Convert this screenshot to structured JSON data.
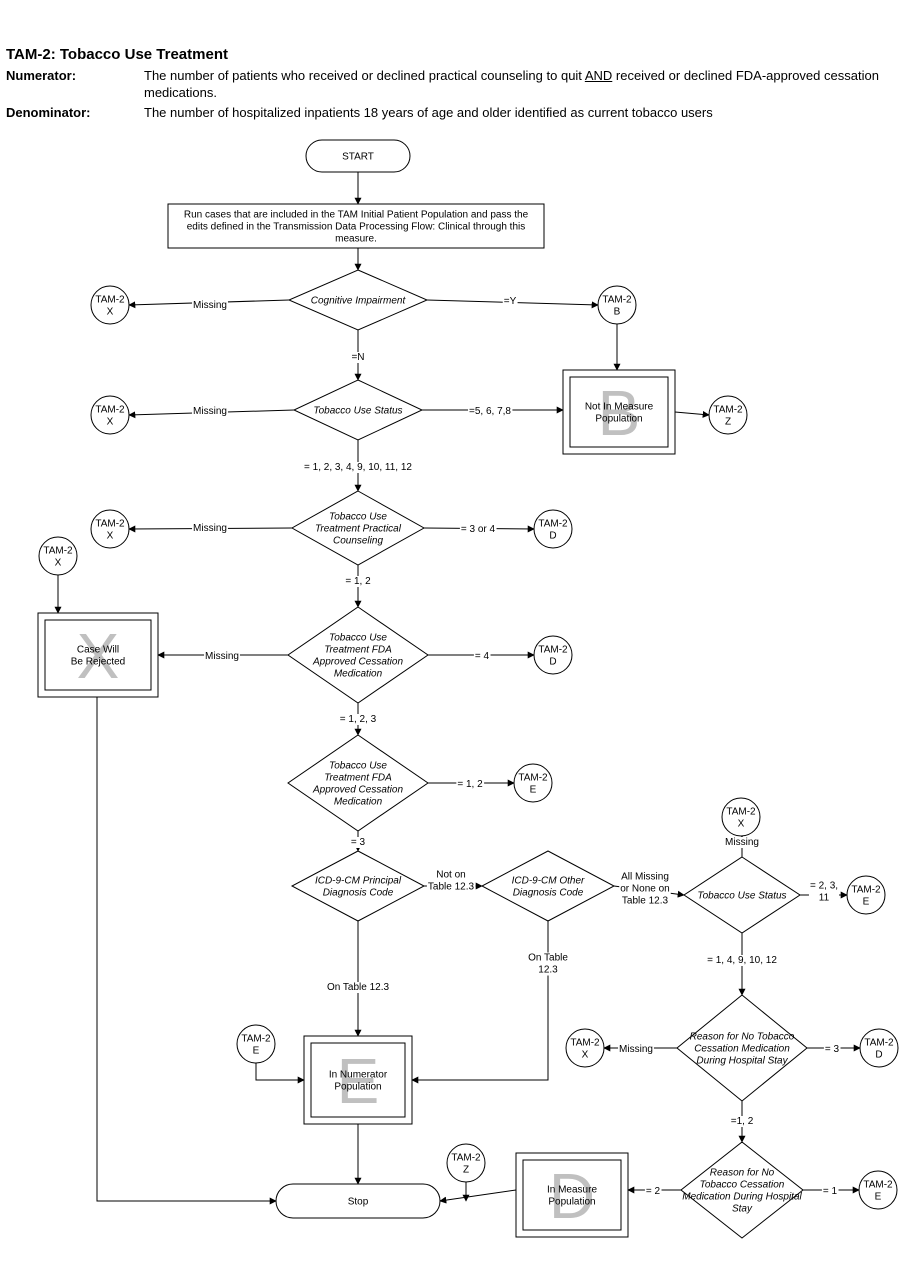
{
  "header": {
    "title": "TAM-2:  Tobacco Use Treatment",
    "numerator_label": "Numerator:",
    "numerator_pre": "The number of patients who received or declined practical counseling to quit ",
    "numerator_and": "AND",
    "numerator_post": " received or declined FDA-approved cessation medications.",
    "denominator_label": "Denominator:",
    "denominator_text": "The number of hospitalized inpatients 18 years of age and older identified as current tobacco users"
  },
  "flow": {
    "start": "START",
    "stop": "Stop",
    "process": [
      "Run cases that are included in the TAM Initial Patient  Population and pass the",
      "edits defined in the Transmission Data Processing Flow: Clinical through this",
      "measure."
    ],
    "decisions": {
      "cognitive": [
        "Cognitive Impairment"
      ],
      "tobacco1": [
        "Tobacco Use Status"
      ],
      "counseling": [
        "Tobacco Use",
        "Treatment Practical",
        "Counseling"
      ],
      "fda1": [
        "Tobacco Use",
        "Treatment  FDA",
        "Approved Cessation",
        "Medication"
      ],
      "fda2": [
        "Tobacco Use",
        "Treatment  FDA",
        "Approved Cessation",
        "Medication"
      ],
      "icd_principal": [
        "ICD-9-CM Principal",
        "Diagnosis Code"
      ],
      "icd_other": [
        "ICD-9-CM Other",
        "Diagnosis Code"
      ],
      "tobacco2": [
        "Tobacco Use Status"
      ],
      "reason1": [
        "Reason for No Tobacco",
        "Cessation Medication",
        "During Hospital Stay"
      ],
      "reason2": [
        "Reason for No",
        "Tobacco Cessation",
        "Medication During Hospital",
        "Stay"
      ]
    },
    "outcomes": {
      "b": {
        "letter": "B",
        "text": [
          "Not In Measure",
          "Population"
        ]
      },
      "x": {
        "letter": "X",
        "text": [
          "Case Will",
          "Be Rejected"
        ]
      },
      "e": {
        "letter": "E",
        "text": [
          "In Numerator",
          "Population"
        ]
      },
      "d": {
        "letter": "D",
        "text": [
          "In Measure",
          "Population"
        ]
      }
    },
    "connectors": {
      "x1": [
        "TAM-2",
        "X"
      ],
      "b1": [
        "TAM-2",
        "B"
      ],
      "x2": [
        "TAM-2",
        "X"
      ],
      "z1": [
        "TAM-2",
        "Z"
      ],
      "x3": [
        "TAM-2",
        "X"
      ],
      "d1": [
        "TAM-2",
        "D"
      ],
      "x4": [
        "TAM-2",
        "X"
      ],
      "d2": [
        "TAM-2",
        "D"
      ],
      "e1": [
        "TAM-2",
        "E"
      ],
      "x5": [
        "TAM-2",
        "X"
      ],
      "e2": [
        "TAM-2",
        "E"
      ],
      "e3": [
        "TAM-2",
        "E"
      ],
      "x6": [
        "TAM-2",
        "X"
      ],
      "d3": [
        "TAM-2",
        "D"
      ],
      "z2": [
        "TAM-2",
        "Z"
      ],
      "e4": [
        "TAM-2",
        "E"
      ]
    },
    "labels": {
      "missing": "Missing",
      "eqY": "=Y",
      "eqN": "=N",
      "t1_out": "=5, 6, 7,8",
      "t1_cont": "= 1, 2, 3, 4, 9, 10, 11, 12",
      "c_out": "=  3 or 4",
      "c_cont": "= 1, 2",
      "f1_out": "= 4",
      "f1_cont": "= 1, 2, 3",
      "f2_out": "= 1, 2",
      "f2_cont": "= 3",
      "not_on": [
        "Not on",
        "Table 12.3"
      ],
      "on_table": "On Table 12.3",
      "on_table2": [
        "On Table",
        "12.3"
      ],
      "all_missing": [
        "All Missing",
        "or None on",
        "Table 12.3"
      ],
      "t2_out": [
        "= 2, 3,",
        "11"
      ],
      "t2_cont": "= 1, 4, 9, 10, 12",
      "r1_out": "= 3",
      "r1_cont": "=1,  2",
      "r2_left": "= 2",
      "r2_right": "= 1"
    }
  }
}
